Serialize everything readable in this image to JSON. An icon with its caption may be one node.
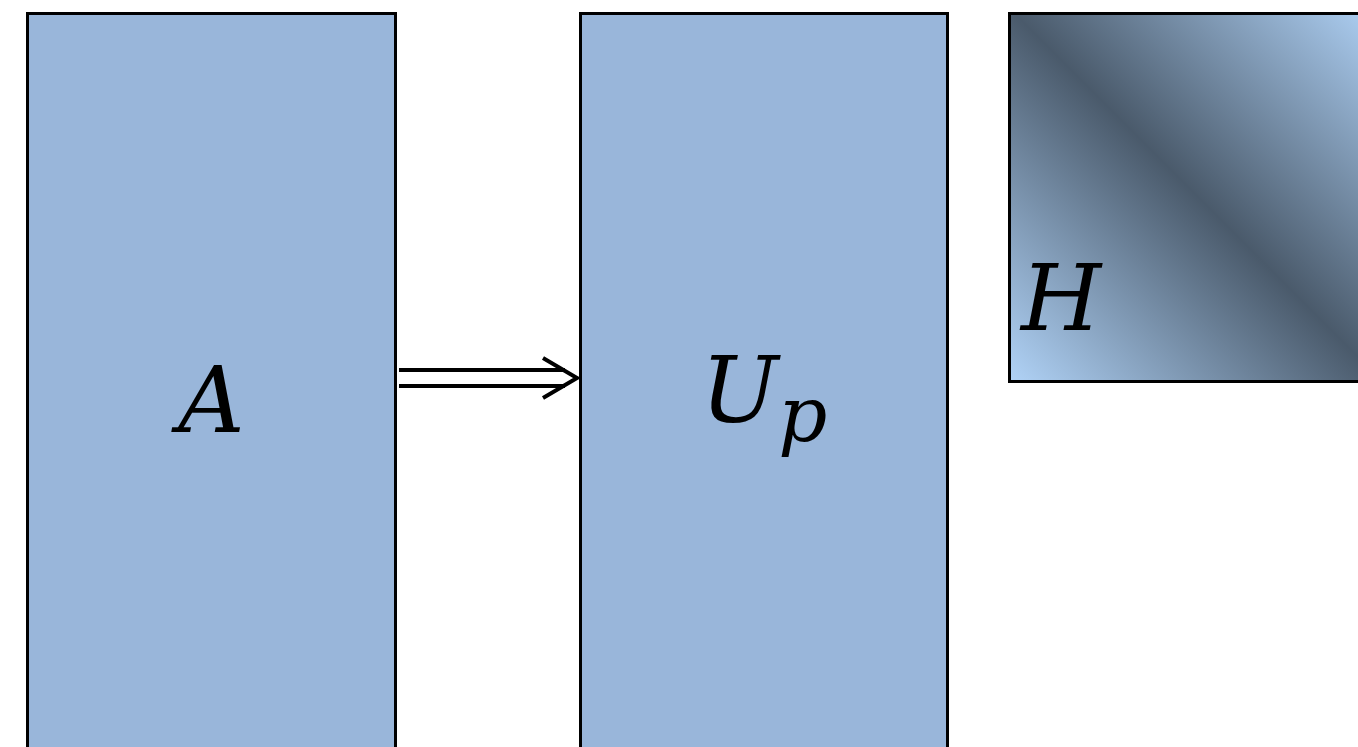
{
  "diagram": {
    "nodes": [
      {
        "text": [
          "A"
        ]
      },
      {
        "text": [
          "U$_{p}$"
        ]
      },
      {
        "text": [
          "H"
        ]
      }
    ],
    "edges": [
      {
        "from": 0,
        "to": 1,
        "arrow": "to"
      }
    ]
  }
}
